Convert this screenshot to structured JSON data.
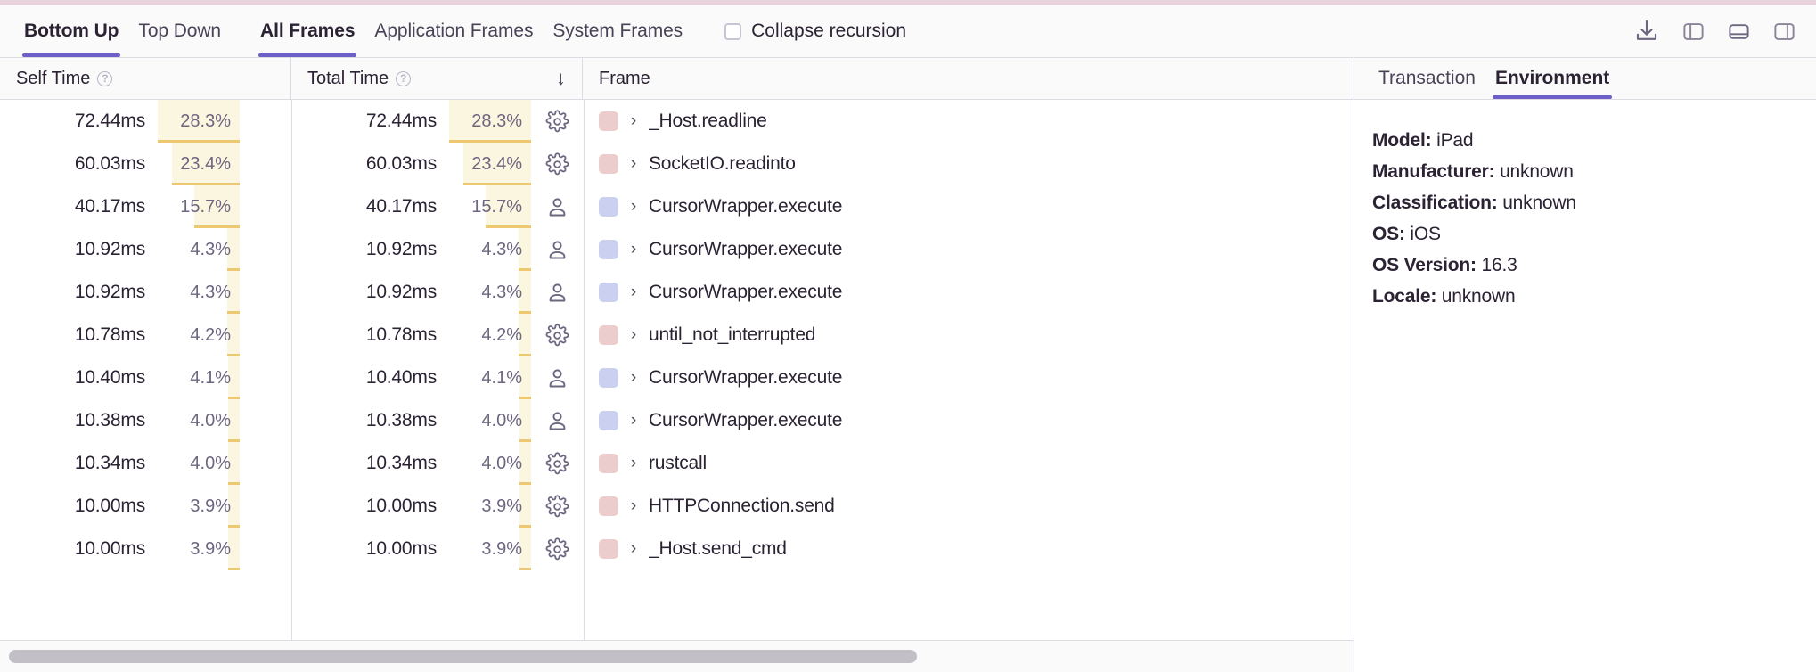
{
  "toolbar": {
    "view_tabs": [
      {
        "label": "Bottom Up",
        "active": true
      },
      {
        "label": "Top Down",
        "active": false
      }
    ],
    "frame_tabs": [
      {
        "label": "All Frames",
        "active": true
      },
      {
        "label": "Application Frames",
        "active": false
      },
      {
        "label": "System Frames",
        "active": false
      }
    ],
    "collapse_recursion": {
      "label": "Collapse recursion",
      "checked": false
    },
    "icons": [
      {
        "name": "download-icon"
      },
      {
        "name": "layout-left-panel-icon",
        "active": false
      },
      {
        "name": "layout-bottom-panel-icon",
        "active": false
      },
      {
        "name": "layout-right-panel-icon",
        "active": true
      }
    ]
  },
  "table": {
    "columns": [
      {
        "key": "self_time",
        "label": "Self Time",
        "help": "?",
        "sorted": false,
        "sort_arrow": ""
      },
      {
        "key": "total_time",
        "label": "Total Time",
        "help": "?",
        "sorted": true,
        "sort_arrow": "↓"
      },
      {
        "key": "frame",
        "label": "Frame",
        "help": "",
        "sorted": false,
        "sort_arrow": ""
      }
    ],
    "rows": [
      {
        "self_time": "72.44ms",
        "self_pct": "28.3%",
        "self_pct_value": 28.3,
        "total_time": "72.44ms",
        "total_pct": "28.3%",
        "total_pct_value": 28.3,
        "kind_icon": "gear-icon",
        "swatch_color": "#eccdcd",
        "expander": "›",
        "frame": "_Host.readline"
      },
      {
        "self_time": "60.03ms",
        "self_pct": "23.4%",
        "self_pct_value": 23.4,
        "total_time": "60.03ms",
        "total_pct": "23.4%",
        "total_pct_value": 23.4,
        "kind_icon": "gear-icon",
        "swatch_color": "#eccdcd",
        "expander": "›",
        "frame": "SocketIO.readinto"
      },
      {
        "self_time": "40.17ms",
        "self_pct": "15.7%",
        "self_pct_value": 15.7,
        "total_time": "40.17ms",
        "total_pct": "15.7%",
        "total_pct_value": 15.7,
        "kind_icon": "person-icon",
        "swatch_color": "#ccd0f0",
        "expander": "›",
        "frame": "CursorWrapper.execute"
      },
      {
        "self_time": "10.92ms",
        "self_pct": "4.3%",
        "self_pct_value": 4.3,
        "total_time": "10.92ms",
        "total_pct": "4.3%",
        "total_pct_value": 4.3,
        "kind_icon": "person-icon",
        "swatch_color": "#ccd0f0",
        "expander": "›",
        "frame": "CursorWrapper.execute"
      },
      {
        "self_time": "10.92ms",
        "self_pct": "4.3%",
        "self_pct_value": 4.3,
        "total_time": "10.92ms",
        "total_pct": "4.3%",
        "total_pct_value": 4.3,
        "kind_icon": "person-icon",
        "swatch_color": "#ccd0f0",
        "expander": "›",
        "frame": "CursorWrapper.execute"
      },
      {
        "self_time": "10.78ms",
        "self_pct": "4.2%",
        "self_pct_value": 4.2,
        "total_time": "10.78ms",
        "total_pct": "4.2%",
        "total_pct_value": 4.2,
        "kind_icon": "gear-icon",
        "swatch_color": "#eccdcd",
        "expander": "›",
        "frame": "until_not_interrupted"
      },
      {
        "self_time": "10.40ms",
        "self_pct": "4.1%",
        "self_pct_value": 4.1,
        "total_time": "10.40ms",
        "total_pct": "4.1%",
        "total_pct_value": 4.1,
        "kind_icon": "person-icon",
        "swatch_color": "#ccd0f0",
        "expander": "›",
        "frame": "CursorWrapper.execute"
      },
      {
        "self_time": "10.38ms",
        "self_pct": "4.0%",
        "self_pct_value": 4.0,
        "total_time": "10.38ms",
        "total_pct": "4.0%",
        "total_pct_value": 4.0,
        "kind_icon": "person-icon",
        "swatch_color": "#ccd0f0",
        "expander": "›",
        "frame": "CursorWrapper.execute"
      },
      {
        "self_time": "10.34ms",
        "self_pct": "4.0%",
        "self_pct_value": 4.0,
        "total_time": "10.34ms",
        "total_pct": "4.0%",
        "total_pct_value": 4.0,
        "kind_icon": "gear-icon",
        "swatch_color": "#eccdcd",
        "expander": "›",
        "frame": "rustcall"
      },
      {
        "self_time": "10.00ms",
        "self_pct": "3.9%",
        "self_pct_value": 3.9,
        "total_time": "10.00ms",
        "total_pct": "3.9%",
        "total_pct_value": 3.9,
        "kind_icon": "gear-icon",
        "swatch_color": "#eccdcd",
        "expander": "›",
        "frame": "HTTPConnection.send"
      },
      {
        "self_time": "10.00ms",
        "self_pct": "3.9%",
        "self_pct_value": 3.9,
        "total_time": "10.00ms",
        "total_pct": "3.9%",
        "total_pct_value": 3.9,
        "kind_icon": "gear-icon",
        "swatch_color": "#eccdcd",
        "expander": "›",
        "frame": "_Host.send_cmd"
      }
    ]
  },
  "details": {
    "tabs": [
      {
        "label": "Transaction",
        "active": false
      },
      {
        "label": "Environment",
        "active": true
      }
    ],
    "environment": [
      {
        "key": "Model:",
        "value": "iPad"
      },
      {
        "key": "Manufacturer:",
        "value": "unknown"
      },
      {
        "key": "Classification:",
        "value": "unknown"
      },
      {
        "key": "OS:",
        "value": "iOS"
      },
      {
        "key": "OS Version:",
        "value": "16.3"
      },
      {
        "key": "Locale:",
        "value": "unknown"
      }
    ]
  },
  "colors": {
    "accent": "#6c5fc7",
    "pct_fill": "#fbf6e0",
    "pct_bar": "#e8b84b",
    "system_frame": "#eccdcd",
    "app_frame": "#ccd0f0",
    "flame_strip": "#e8d2dc"
  }
}
